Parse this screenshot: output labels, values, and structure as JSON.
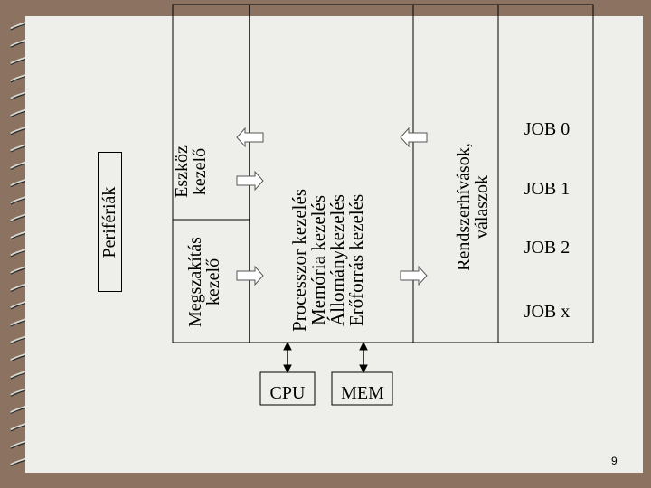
{
  "peripherals": {
    "label": "Perifériák"
  },
  "device_manager": {
    "label_lines": [
      "Eszköz",
      "kezelő"
    ]
  },
  "interrupt_manager": {
    "label_lines": [
      "Megszakítás",
      "kezelő"
    ]
  },
  "core": {
    "label_lines": [
      "Processzor kezelés",
      "Memória kezelés",
      "Állománykezelés",
      "Erőforrás kezelés"
    ]
  },
  "syscalls": {
    "label_lines": [
      "Rendszerhívások,",
      "válaszok"
    ]
  },
  "jobs": [
    "JOB 0",
    "JOB 1",
    "JOB 2",
    "JOB x"
  ],
  "cpu": {
    "label": "CPU"
  },
  "mem": {
    "label": "MEM"
  },
  "page_number": "9",
  "colors": {
    "background": "#8c7260",
    "paper": "#eeeeea",
    "ring": "#2b2b2b"
  }
}
